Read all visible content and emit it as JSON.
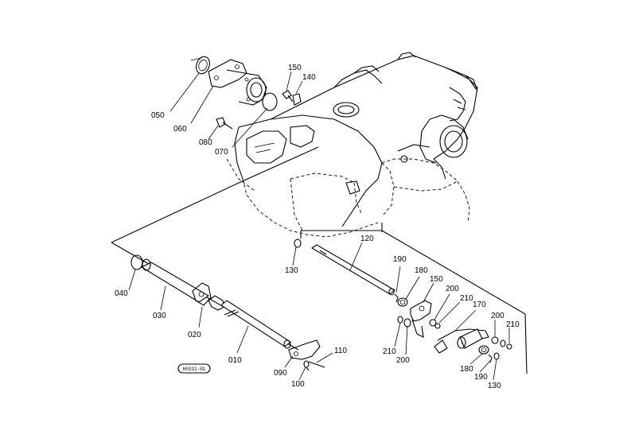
{
  "diagram": {
    "reference_code": "H0331-01",
    "part_labels": [
      {
        "id": "p050",
        "text": "050"
      },
      {
        "id": "p060",
        "text": "060"
      },
      {
        "id": "p080",
        "text": "080"
      },
      {
        "id": "p070",
        "text": "070"
      },
      {
        "id": "p150a",
        "text": "150"
      },
      {
        "id": "p140",
        "text": "140"
      },
      {
        "id": "p120",
        "text": "120"
      },
      {
        "id": "p130a",
        "text": "130"
      },
      {
        "id": "p040",
        "text": "040"
      },
      {
        "id": "p030",
        "text": "030"
      },
      {
        "id": "p020",
        "text": "020"
      },
      {
        "id": "p010",
        "text": "010"
      },
      {
        "id": "p090",
        "text": "090"
      },
      {
        "id": "p100",
        "text": "100"
      },
      {
        "id": "p110",
        "text": "110"
      },
      {
        "id": "p190a",
        "text": "190"
      },
      {
        "id": "p180a",
        "text": "180"
      },
      {
        "id": "p150b",
        "text": "150"
      },
      {
        "id": "p200a",
        "text": "200"
      },
      {
        "id": "p210a",
        "text": "210"
      },
      {
        "id": "p170",
        "text": "170"
      },
      {
        "id": "p200b",
        "text": "200"
      },
      {
        "id": "p210b",
        "text": "210"
      },
      {
        "id": "p210c",
        "text": "210"
      },
      {
        "id": "p200c",
        "text": "200"
      },
      {
        "id": "p180b",
        "text": "180"
      },
      {
        "id": "p190b",
        "text": "190"
      },
      {
        "id": "p130b",
        "text": "130"
      }
    ]
  }
}
